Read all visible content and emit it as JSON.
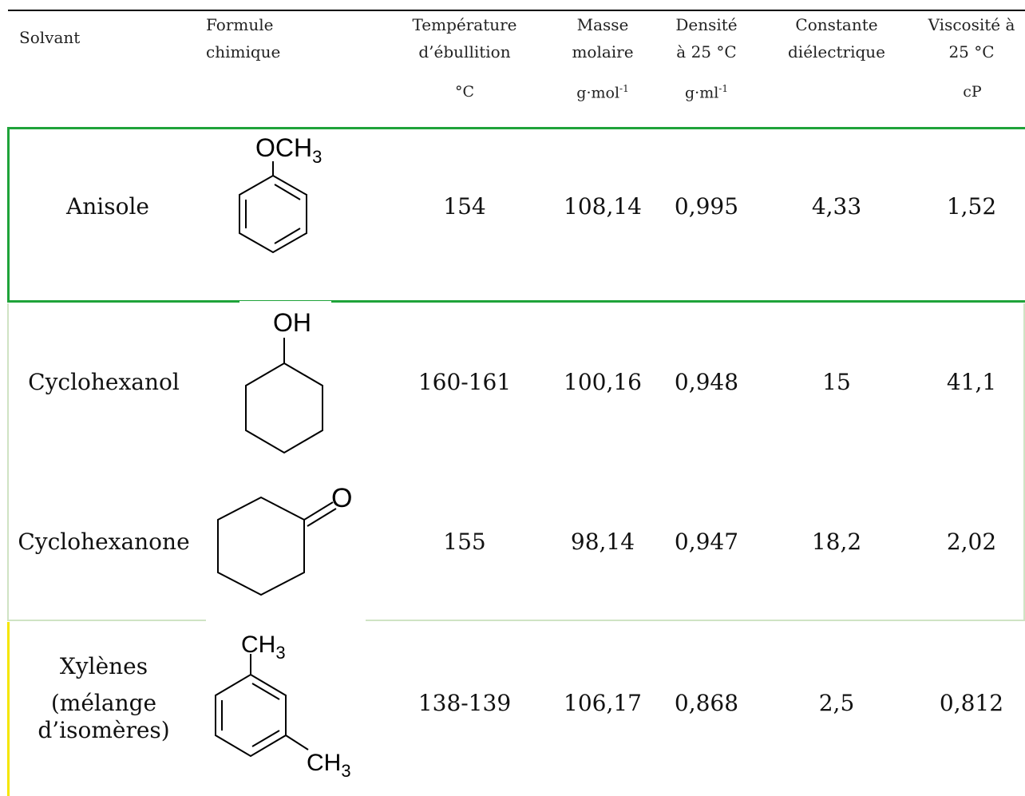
{
  "header": {
    "col_solvant": "Solvant",
    "col_formule": [
      "Formule",
      "chimique"
    ],
    "col_temp": [
      "Température",
      "d’ébullition"
    ],
    "col_masse": [
      "Masse",
      "molaire"
    ],
    "col_densite": [
      "Densité",
      "à 25 °C"
    ],
    "col_constante": [
      "Constante",
      "diélectrique"
    ],
    "col_viscosite": [
      "Viscosité à",
      "25 °C"
    ]
  },
  "units": {
    "temp": "°C",
    "masse_base": "g·mol",
    "masse_exp": "-1",
    "densite_base": "g·ml",
    "densite_exp": "-1",
    "viscosite": "cP"
  },
  "rows": [
    {
      "name": "Anisole",
      "substituent": "OCH3",
      "temp": "154",
      "masse": "108,14",
      "densite": "0,995",
      "constante": "4,33",
      "viscosite": "1,52"
    },
    {
      "name": "Cyclohexanol",
      "substituent": "OH",
      "temp": "160-161",
      "masse": "100,16",
      "densite": "0,948",
      "constante": "15",
      "viscosite": "41,1"
    },
    {
      "name": "Cyclohexanone",
      "substituent": "O",
      "temp": "155",
      "masse": "98,14",
      "densite": "0,947",
      "constante": "18,2",
      "viscosite": "2,02"
    },
    {
      "name_lines": [
        "Xylènes",
        "(mélange",
        "d’isomères)"
      ],
      "substituent": "CH3",
      "temp": "138-139",
      "masse": "106,17",
      "densite": "0,868",
      "constante": "2,5",
      "viscosite": "0,812"
    }
  ],
  "colors": {
    "anisole_border": "#1fa33a",
    "group_border": "#cfe3c4",
    "xylene_marker": "#f5e600"
  }
}
